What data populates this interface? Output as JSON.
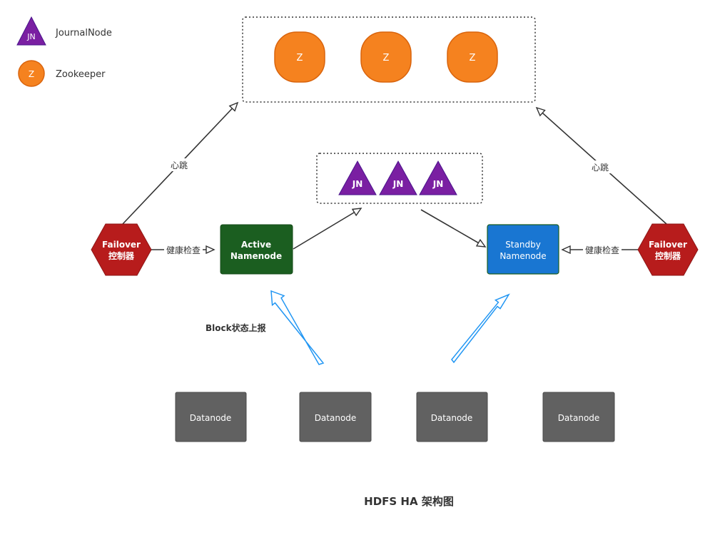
{
  "legend": {
    "journalnode": {
      "symbol": "JN",
      "label": "JournalNode"
    },
    "zookeeper": {
      "symbol": "Z",
      "label": "Zookeeper"
    }
  },
  "zookeeper_nodes": [
    "Z",
    "Z",
    "Z"
  ],
  "journal_nodes": [
    "JN",
    "JN",
    "JN"
  ],
  "failover_left": {
    "line1": "Failover",
    "line2": "控制器"
  },
  "failover_right": {
    "line1": "Failover",
    "line2": "控制器"
  },
  "active_namenode": {
    "line1": "Active",
    "line2": "Namenode"
  },
  "standby_namenode": {
    "line1": "Standby",
    "line2": "Namenode"
  },
  "edge_labels": {
    "heartbeat_left": "心跳",
    "heartbeat_right": "心跳",
    "health_check_left": "健康检查",
    "health_check_right": "健康检查",
    "block_report": "Block状态上报"
  },
  "datanodes": [
    "Datanode",
    "Datanode",
    "Datanode",
    "Datanode"
  ],
  "title": "HDFS HA 架构图",
  "colors": {
    "zookeeper": "#f5821f",
    "zookeeper_stroke": "#d9640d",
    "journalnode": "#7a1fa2",
    "failover": "#b71c1c",
    "active": "#1b5e20",
    "standby": "#1976d2",
    "datanode": "#616161",
    "block_arrow": "#2196f3"
  }
}
